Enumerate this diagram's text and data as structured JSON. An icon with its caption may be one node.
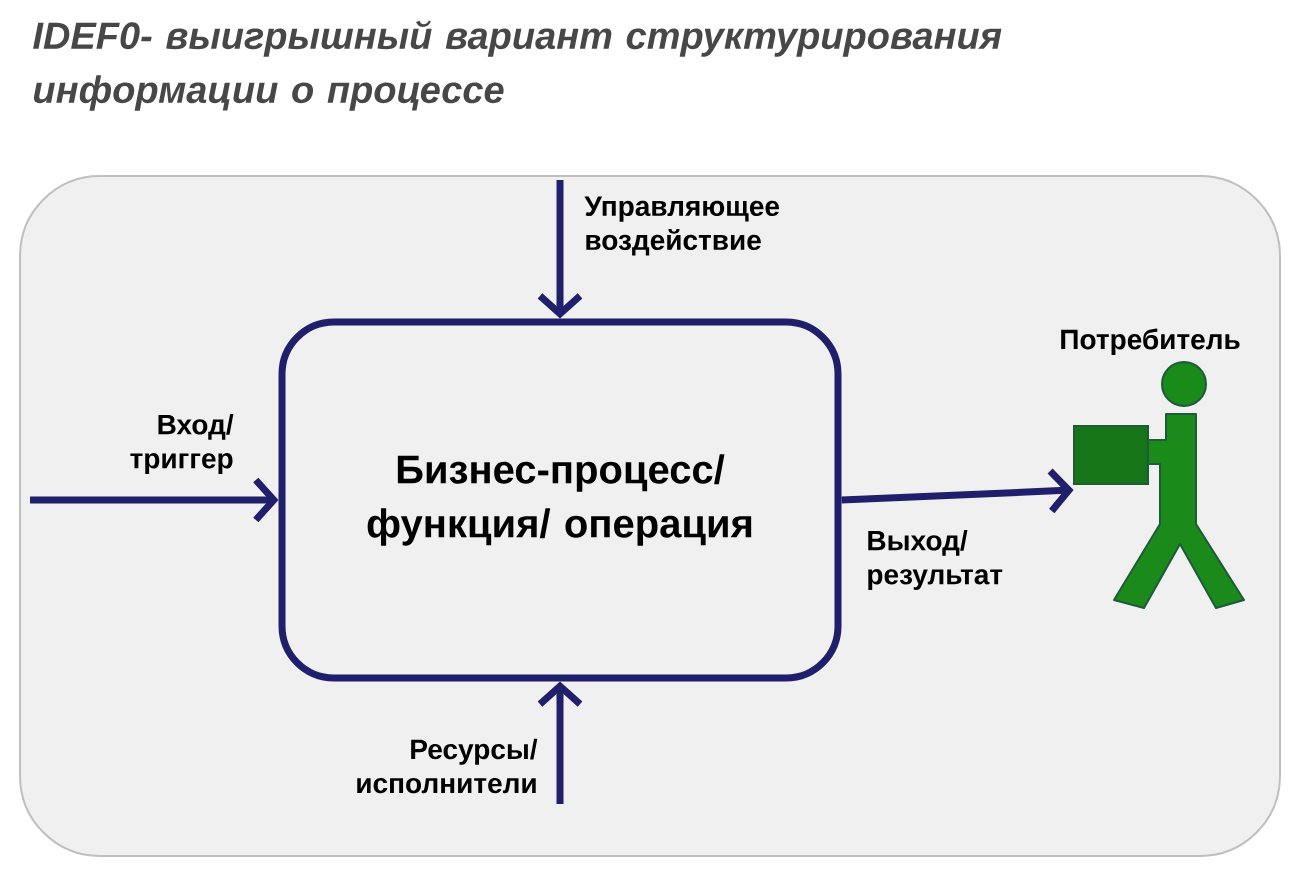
{
  "diagram": {
    "title": "IDEF0- выигрышный вариант структурирования информации о процессе",
    "nodes": [
      {
        "text": [
          "Бизнес-процесс/ функция/ операция"
        ]
      },
      {
        "text": [
          "Потребитель"
        ]
      }
    ],
    "edges": [
      {
        "from": null,
        "to": 0,
        "arrow": "to",
        "label": "Управляющее воздействие"
      },
      {
        "from": null,
        "to": 0,
        "arrow": "to",
        "label": "Вход/ триггер"
      },
      {
        "from": 0,
        "to": 1,
        "arrow": "to",
        "label": "Выход/ результат"
      },
      {
        "from": null,
        "to": 0,
        "arrow": "to",
        "label": "Ресурсы/ исполнители"
      }
    ]
  }
}
